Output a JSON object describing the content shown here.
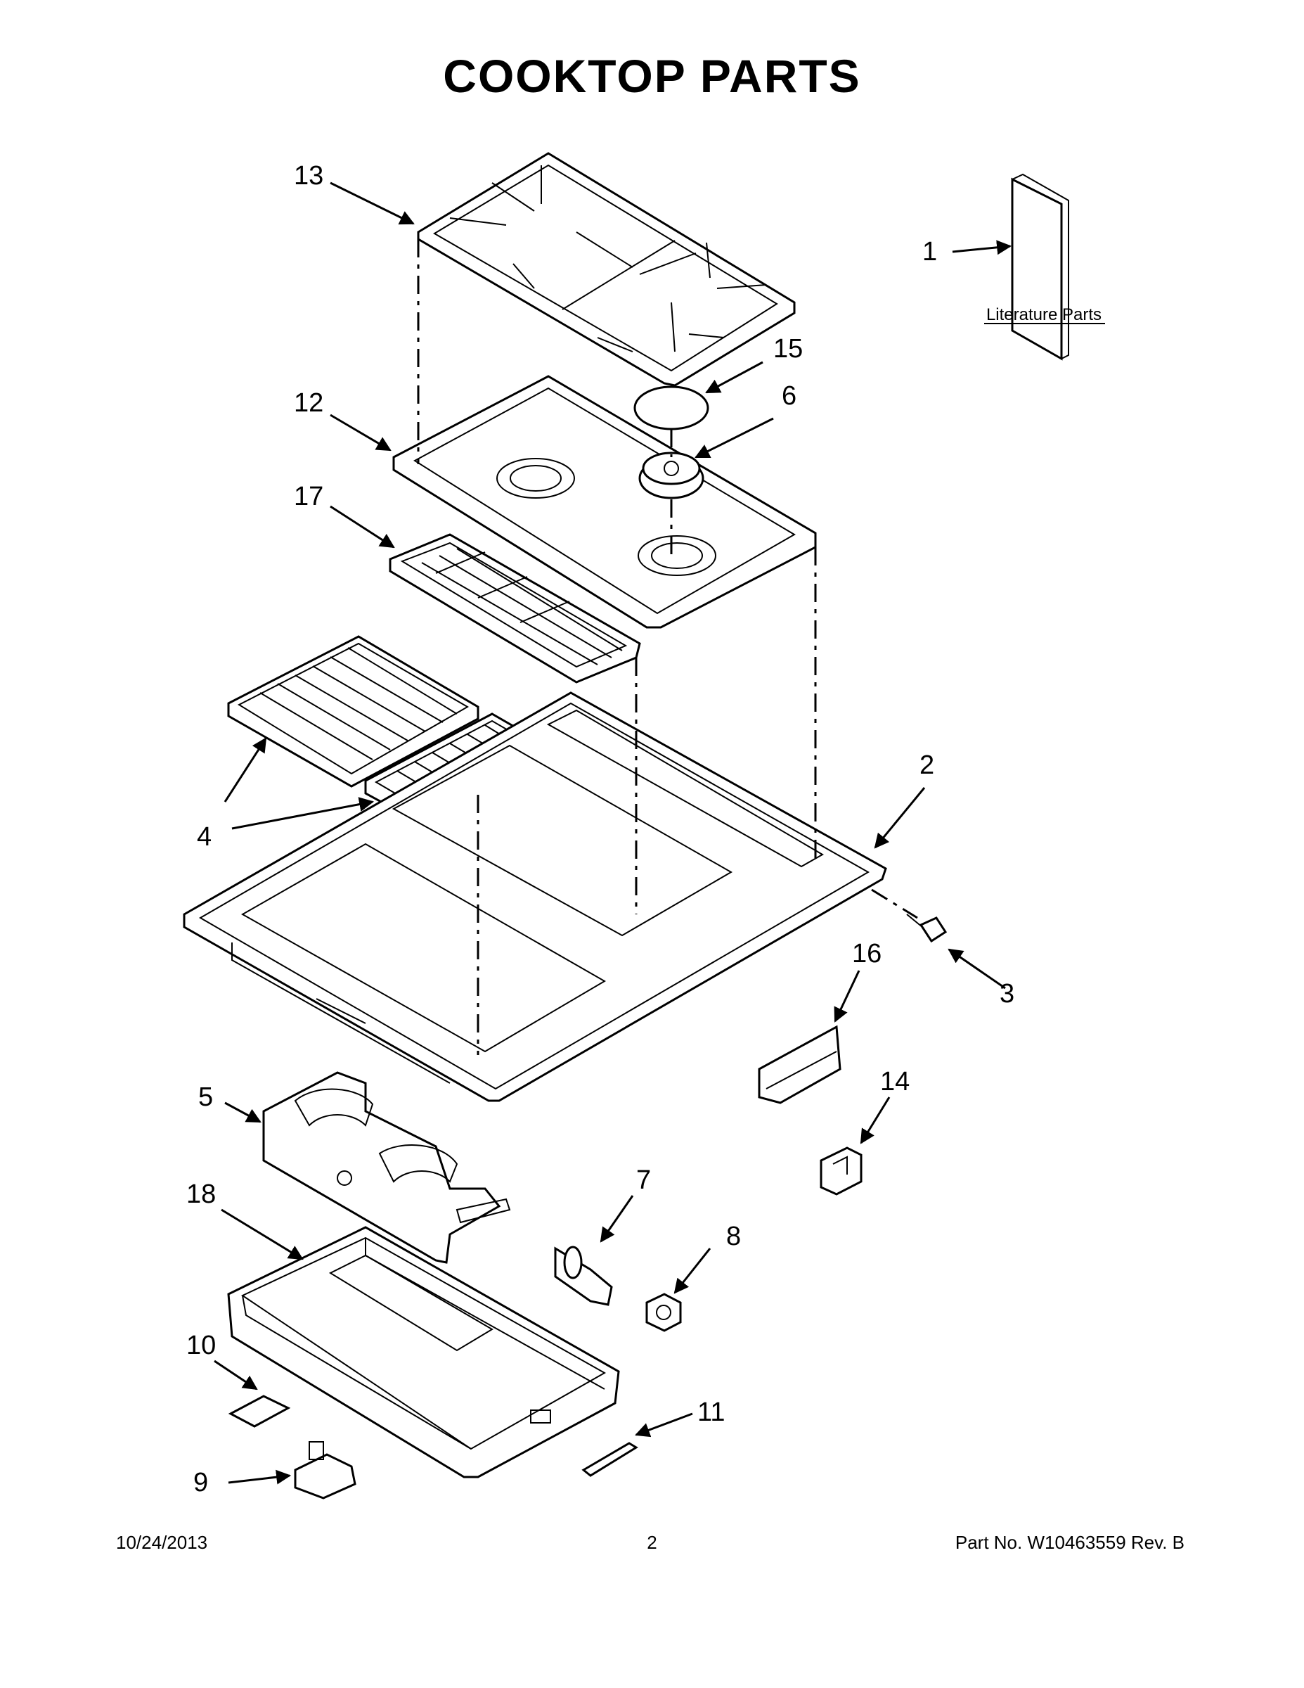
{
  "title": "COOKTOP PARTS",
  "footer": {
    "date": "10/24/2013",
    "page": "2",
    "part_no": "Part No.  W10463559  Rev.  B"
  },
  "literature_label": "Literature Parts",
  "callouts": [
    "1",
    "2",
    "3",
    "4",
    "5",
    "6",
    "7",
    "8",
    "9",
    "10",
    "11",
    "12",
    "13",
    "14",
    "15",
    "16",
    "17",
    "18"
  ]
}
